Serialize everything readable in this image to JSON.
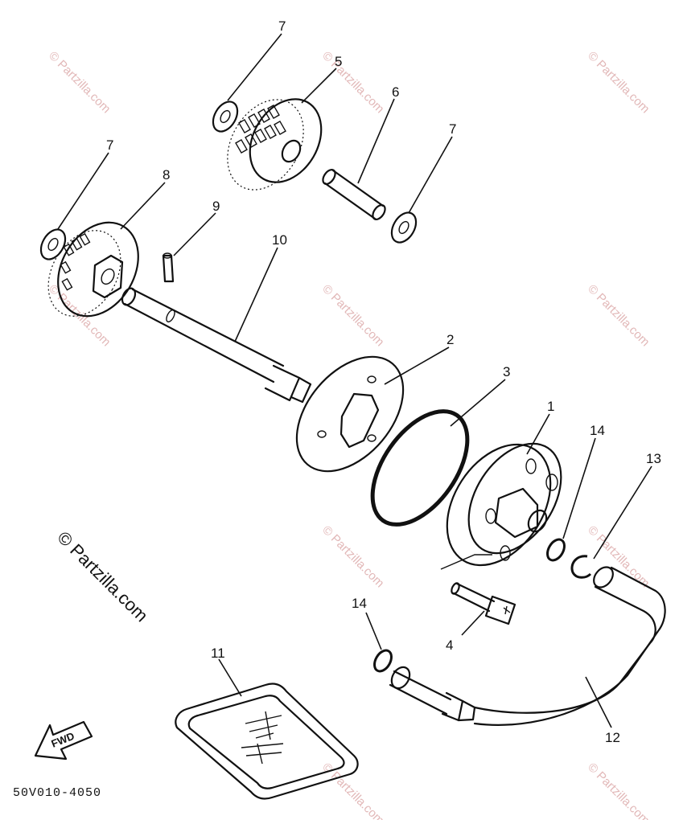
{
  "diagram": {
    "drawing_code": "50V010-4050",
    "fwd_label": "FWD",
    "watermark": "© Partzilla.com",
    "callouts": {
      "p1": "1",
      "p2": "2",
      "p3": "3",
      "p4": "4",
      "p5": "5",
      "p6": "6",
      "p7a": "7",
      "p7b": "7",
      "p7c": "7",
      "p8": "8",
      "p9": "9",
      "p10": "10",
      "p11": "11",
      "p12": "12",
      "p13": "13",
      "p14a": "14",
      "p14b": "14"
    }
  }
}
